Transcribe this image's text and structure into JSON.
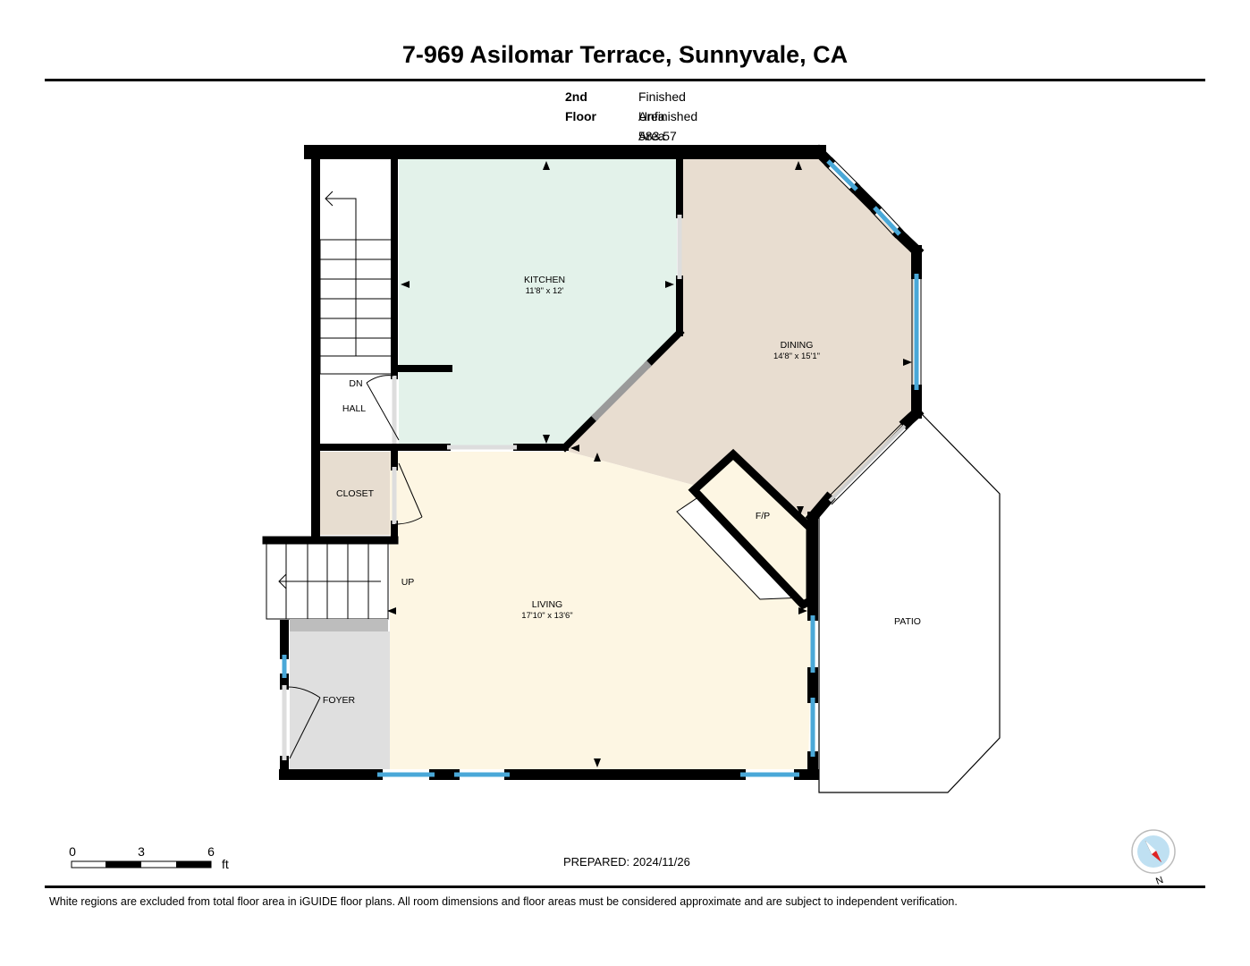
{
  "title": "7-969 Asilomar Terrace, Sunnyvale, CA",
  "floor_label": "2nd Floor",
  "finished_area": "Finished Area 583.57 sq ft",
  "unfinished_area": "Unfinished Area 43.43 sq ft",
  "rooms": {
    "kitchen": {
      "name": "KITCHEN",
      "dims": "11'8\" x 12'"
    },
    "dining": {
      "name": "DINING",
      "dims": "14'8\" x 15'1\""
    },
    "living": {
      "name": "LIVING",
      "dims": "17'10\" x 13'6\""
    },
    "hall": {
      "name": "HALL"
    },
    "closet": {
      "name": "CLOSET"
    },
    "foyer": {
      "name": "FOYER"
    },
    "patio": {
      "name": "PATIO"
    },
    "fireplace": {
      "name": "F/P"
    }
  },
  "stair_labels": {
    "down": "DN",
    "up": "UP"
  },
  "scale_bar": {
    "ticks": [
      "0",
      "3",
      "6"
    ],
    "unit": "ft"
  },
  "compass": {
    "label": "N"
  },
  "prepared": "PREPARED: 2024/11/26",
  "disclaimer": "White regions are excluded from total floor area in iGUIDE floor plans. All room dimensions and floor areas must be considered approximate and are subject to independent verification.",
  "colors": {
    "kitchen": "#e3f2ea",
    "dining": "#e8ddd0",
    "living": "#fdf6e3",
    "closet": "#e7ddd0",
    "foyer": "#dfdfdf",
    "wall": "#000000",
    "window": "#4aa8d8",
    "door_opening": "#dddddd"
  }
}
